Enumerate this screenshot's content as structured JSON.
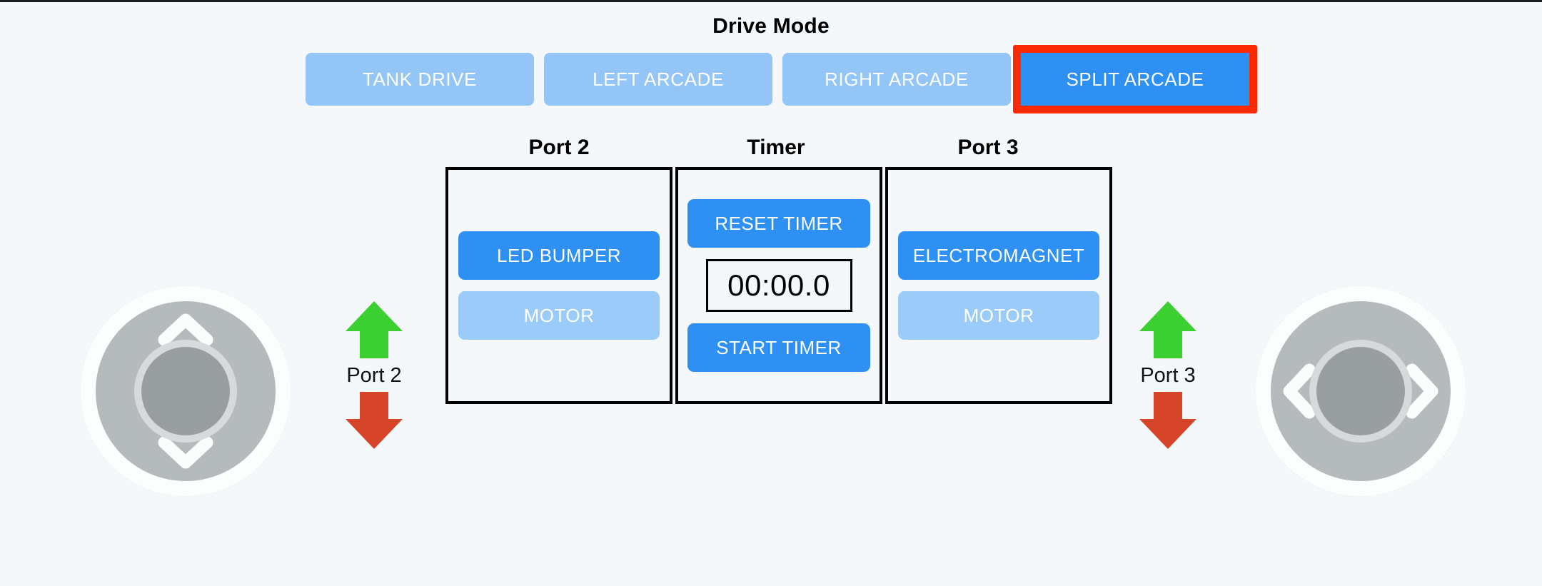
{
  "page": {
    "background_color": "#f4f8fa",
    "accent_active": "#2e90f2",
    "accent_inactive": "#93c6f7",
    "highlight_color": "#fc2a03"
  },
  "drive_mode": {
    "title": "Drive Mode",
    "selected": "SPLIT ARCADE",
    "modes": [
      {
        "label": "TANK DRIVE",
        "active": false,
        "highlighted": false
      },
      {
        "label": "LEFT ARCADE",
        "active": false,
        "highlighted": false
      },
      {
        "label": "RIGHT ARCADE",
        "active": false,
        "highlighted": false
      },
      {
        "label": "SPLIT ARCADE",
        "active": true,
        "highlighted": true
      }
    ]
  },
  "panels": {
    "port2": {
      "heading": "Port 2",
      "buttons": [
        {
          "label": "LED BUMPER",
          "state": "on"
        },
        {
          "label": "MOTOR",
          "state": "off"
        }
      ]
    },
    "timer": {
      "heading": "Timer",
      "reset_label": "RESET TIMER",
      "start_label": "START TIMER",
      "readout": "00:00.0"
    },
    "port3": {
      "heading": "Port 3",
      "buttons": [
        {
          "label": "ELECTROMAGNET",
          "state": "on"
        },
        {
          "label": "MOTOR",
          "state": "off"
        }
      ]
    }
  },
  "arrow_controls": {
    "left": {
      "label": "Port 2",
      "up_color": "#3ccf32",
      "down_color": "#d6442a"
    },
    "right": {
      "label": "Port 3",
      "up_color": "#3ccf32",
      "down_color": "#d6442a"
    }
  },
  "joysticks": {
    "left": {
      "axis": "vertical",
      "up_icon": "chevron-up-icon",
      "down_icon": "chevron-down-icon"
    },
    "right": {
      "axis": "horizontal",
      "left_icon": "chevron-left-icon",
      "right_icon": "chevron-right-icon"
    }
  }
}
